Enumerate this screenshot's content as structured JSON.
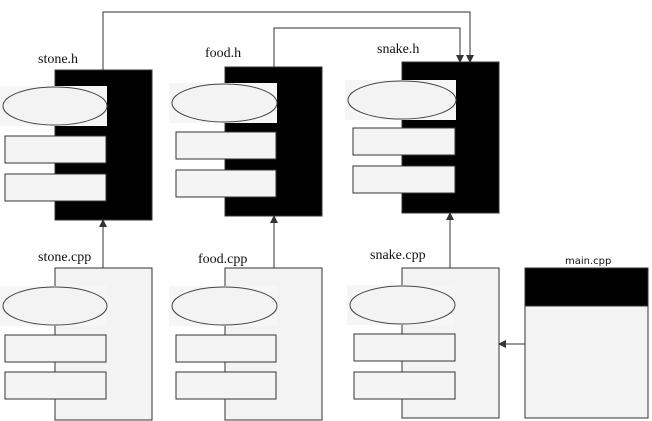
{
  "diagram": {
    "modules": [
      {
        "id": "stone_h",
        "label": "stone.h",
        "kind": "header"
      },
      {
        "id": "food_h",
        "label": "food.h",
        "kind": "header"
      },
      {
        "id": "snake_h",
        "label": "snake.h",
        "kind": "header"
      },
      {
        "id": "stone_cpp",
        "label": "stone.cpp",
        "kind": "source"
      },
      {
        "id": "food_cpp",
        "label": "food.cpp",
        "kind": "source"
      },
      {
        "id": "snake_cpp",
        "label": "snake.cpp",
        "kind": "source"
      },
      {
        "id": "main_cpp",
        "label": "main.cpp",
        "kind": "main"
      }
    ],
    "edges": [
      {
        "from": "stone_h",
        "to": "snake_h"
      },
      {
        "from": "food_h",
        "to": "snake_h"
      },
      {
        "from": "stone_cpp",
        "to": "stone_h"
      },
      {
        "from": "food_cpp",
        "to": "food_h"
      },
      {
        "from": "snake_cpp",
        "to": "snake_h"
      },
      {
        "from": "main_cpp",
        "to": "snake_cpp"
      }
    ],
    "colors": {
      "header_fill": "#000000",
      "source_fill": "#f3f3f3",
      "line": "#333333"
    }
  }
}
